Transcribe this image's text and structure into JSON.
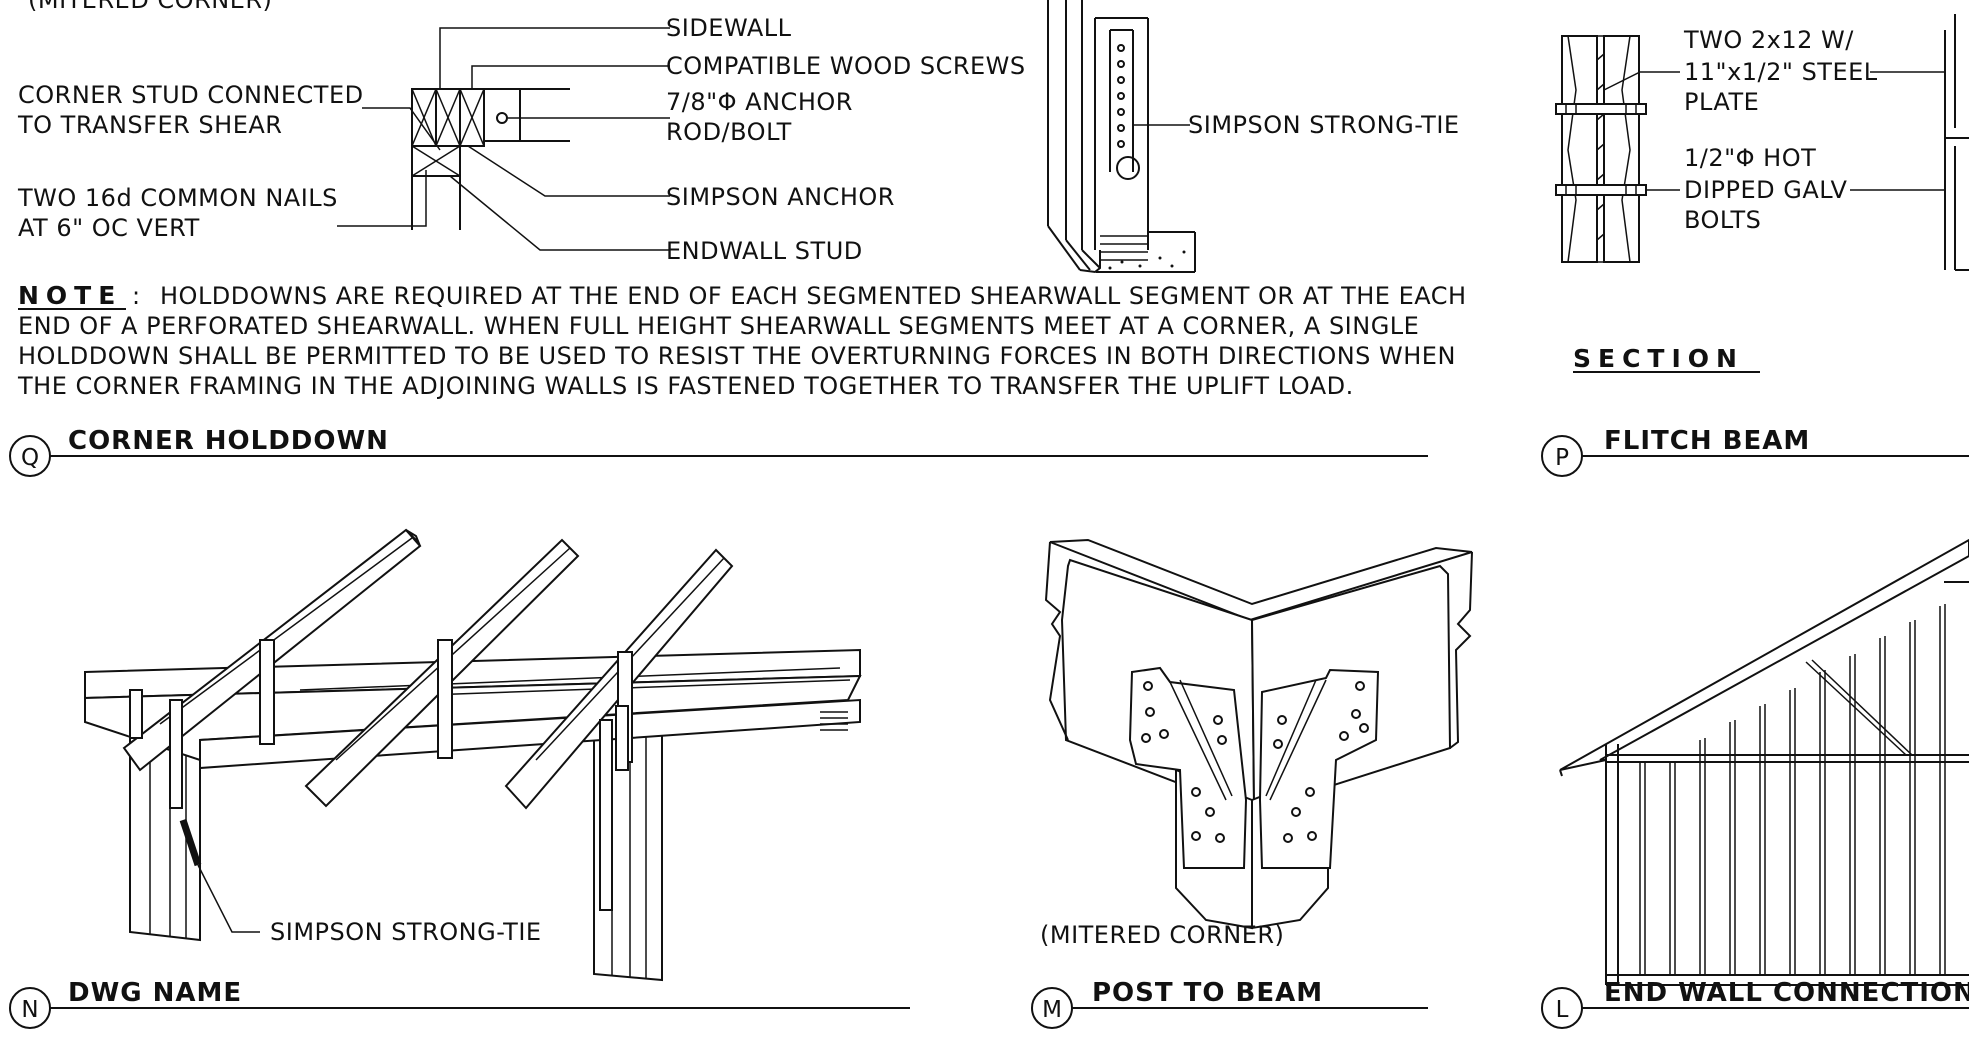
{
  "corner_holddown": {
    "top_caption": "(MITERED CORNER)",
    "left_labels": {
      "stud_line1": "CORNER STUD CONNECTED",
      "stud_line2": "TO TRANSFER SHEAR",
      "nails_line1": "TWO 16d COMMON NAILS",
      "nails_line2": "AT 6\" OC VERT"
    },
    "right_labels": {
      "sidewall": "SIDEWALL",
      "screws": "COMPATIBLE WOOD SCREWS",
      "rod_line1": "7/8\"Φ ANCHOR",
      "rod_line2": "ROD/BOLT",
      "anchor": "SIMPSON ANCHOR",
      "endwall": "ENDWALL STUD"
    },
    "strongtie_label": "SIMPSON STRONG-TIE",
    "note_heading": "NOTE",
    "note_lines": [
      "HOLDDOWNS ARE REQUIRED AT THE END OF EACH SEGMENTED SHEARWALL SEGMENT OR AT THE EACH",
      "END OF A PERFORATED SHEARWALL.  WHEN FULL HEIGHT SHEARWALL SEGMENTS MEET AT A CORNER, A SINGLE",
      "HOLDDOWN SHALL BE PERMITTED TO BE USED TO RESIST THE OVERTURNING FORCES IN BOTH DIRECTIONS WHEN",
      "THE CORNER FRAMING IN THE ADJOINING WALLS IS FASTENED TOGETHER TO TRANSFER THE UPLIFT LOAD."
    ],
    "marker": "Q",
    "title": "CORNER HOLDDOWN"
  },
  "flitch_beam": {
    "label1_line1": "TWO 2x12 W/",
    "label1_line2": "11\"x1/2\" STEEL",
    "label1_line3": "PLATE",
    "label2_line1": "1/2\"Φ HOT",
    "label2_line2": "DIPPED GALV",
    "label2_line3": "BOLTS",
    "section_label": "SECTION",
    "marker": "P",
    "title": "FLITCH BEAM"
  },
  "dwg_name": {
    "strongtie_label": "SIMPSON STRONG-TIE",
    "marker": "N",
    "title": "DWG NAME"
  },
  "post_to_beam": {
    "caption": "(MITERED CORNER)",
    "marker": "M",
    "title": "POST TO BEAM"
  },
  "end_wall": {
    "marker": "L",
    "title": "END WALL CONNECTIONS"
  }
}
